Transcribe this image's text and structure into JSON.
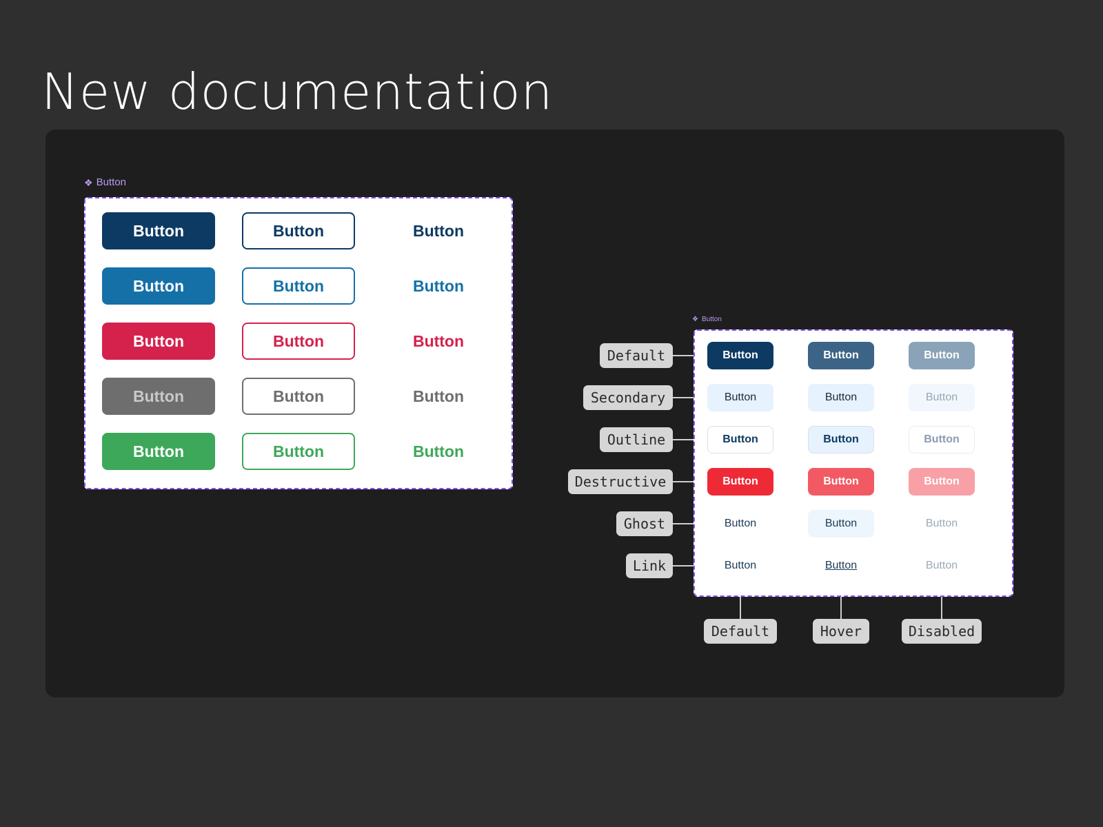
{
  "page": {
    "title": "New documentation"
  },
  "left_component": {
    "label": "Button",
    "label_icon": "component-icon",
    "rows": [
      {
        "color": "#0d3a63",
        "solid": "Button",
        "outline": "Button",
        "text": "Button"
      },
      {
        "color": "#1570a8",
        "solid": "Button",
        "outline": "Button",
        "text": "Button"
      },
      {
        "color": "#d4224d",
        "solid": "Button",
        "outline": "Button",
        "text": "Button"
      },
      {
        "color": "#6e6e6e",
        "solid": "Button",
        "outline": "Button",
        "text": "Button"
      },
      {
        "color": "#3ea85a",
        "solid": "Button",
        "outline": "Button",
        "text": "Button"
      }
    ]
  },
  "right_component": {
    "label": "Button",
    "label_icon": "component-icon",
    "variants": [
      "Default",
      "Secondary",
      "Outline",
      "Destructive",
      "Ghost",
      "Link"
    ],
    "states": [
      "Default",
      "Hover",
      "Disabled"
    ],
    "rows": [
      {
        "variant": "Default",
        "cells": [
          "Button",
          "Button",
          "Button"
        ]
      },
      {
        "variant": "Secondary",
        "cells": [
          "Button",
          "Button",
          "Button"
        ]
      },
      {
        "variant": "Outline",
        "cells": [
          "Button",
          "Button",
          "Button"
        ]
      },
      {
        "variant": "Destructive",
        "cells": [
          "Button",
          "Button",
          "Button"
        ]
      },
      {
        "variant": "Ghost",
        "cells": [
          "Button",
          "Button",
          "Button"
        ]
      },
      {
        "variant": "Link",
        "cells": [
          "Button",
          "Button",
          "Button"
        ]
      }
    ]
  },
  "colors": {
    "page_bg": "#2f2f2f",
    "panel_bg": "#1e1e1e",
    "frame_border": "#8a4ff5",
    "component_label": "#b99bf0",
    "tag_bg": "#d6d6d6"
  }
}
